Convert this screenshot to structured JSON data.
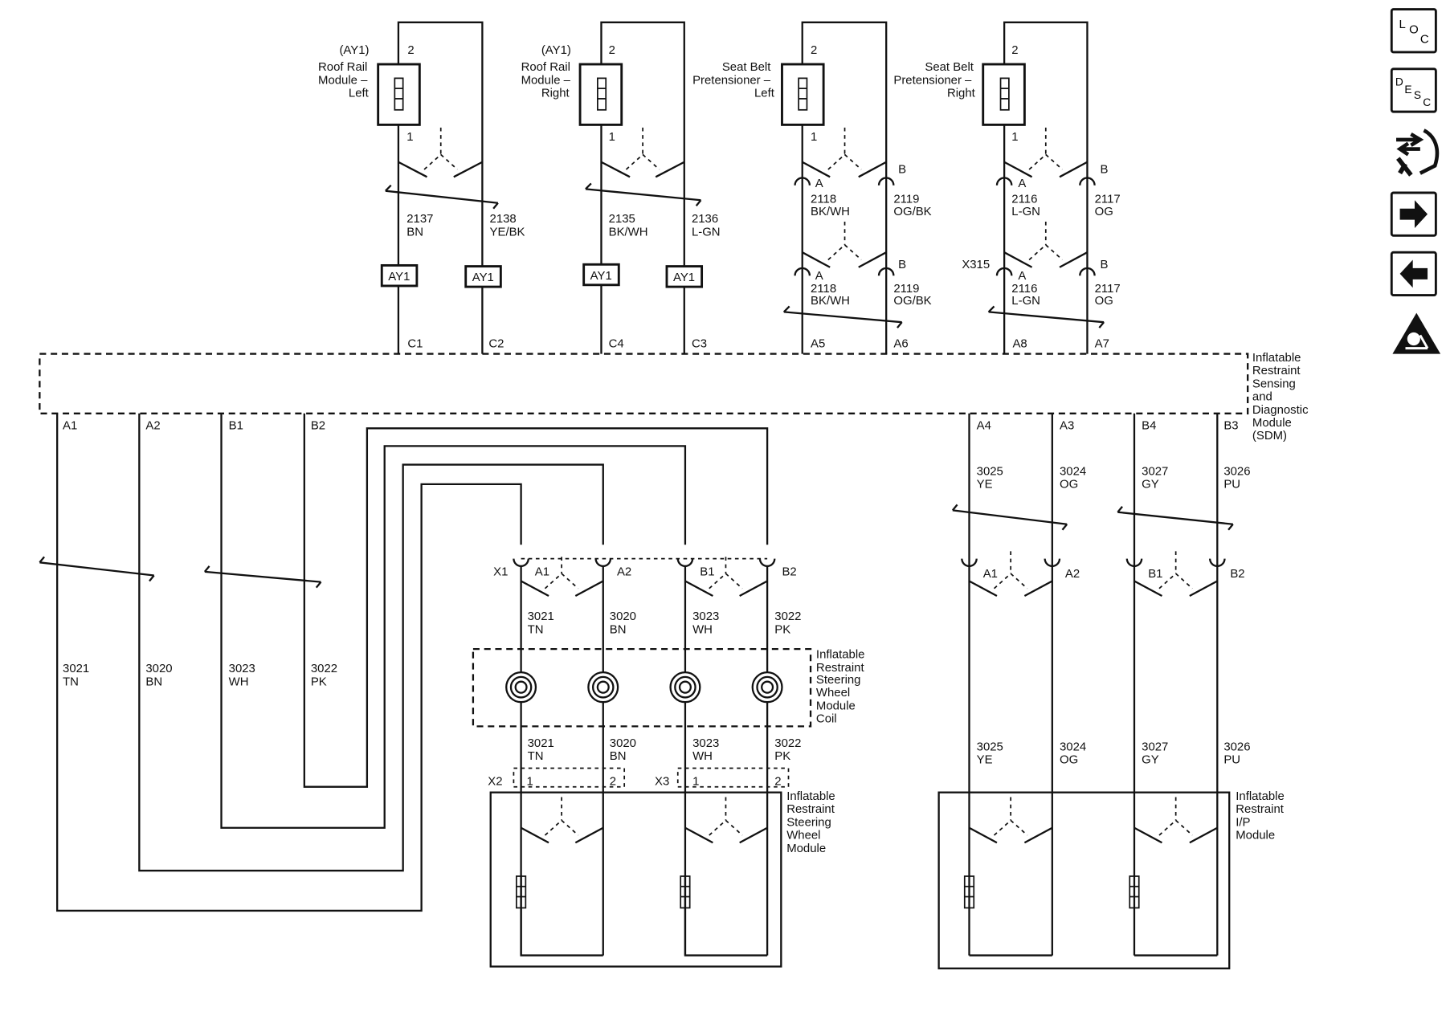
{
  "connectors": {
    "ay1": "(AY1)",
    "ay1_short": "AY1",
    "x1": "X1",
    "x2": "X2",
    "x3": "X3",
    "x315": "X315",
    "pin_1": "1",
    "pin_2": "2",
    "pin_a": "A",
    "pin_b": "B",
    "pin_a1": "A1",
    "pin_a2": "A2",
    "pin_b1": "B1",
    "pin_b2": "B2",
    "sdm_top_pins": [
      "C1",
      "C2",
      "C4",
      "C3",
      "A5",
      "A6",
      "A8",
      "A7"
    ],
    "sdm_bottom_pins": [
      "A1",
      "A2",
      "B1",
      "B2",
      "A4",
      "A3",
      "B4",
      "B3"
    ]
  },
  "components": {
    "roof_rail_left": [
      "Roof Rail",
      "Module –",
      "Left"
    ],
    "roof_rail_right": [
      "Roof Rail",
      "Module –",
      "Right"
    ],
    "pretensioner_left": [
      "Seat Belt",
      "Pretensioner –",
      "Left"
    ],
    "pretensioner_right": [
      "Seat Belt",
      "Pretensioner –",
      "Right"
    ],
    "sdm": [
      "Inflatable",
      "Restraint",
      "Sensing",
      "and",
      "Diagnostic",
      "Module",
      "(SDM)"
    ],
    "coil": [
      "Inflatable",
      "Restraint",
      "Steering",
      "Wheel",
      "Module",
      "Coil"
    ],
    "steering_module": [
      "Inflatable",
      "Restraint",
      "Steering",
      "Wheel",
      "Module"
    ],
    "ip_module": [
      "Inflatable",
      "Restraint",
      "I/P",
      "Module"
    ]
  },
  "wires": {
    "w2137": [
      "2137",
      "BN"
    ],
    "w2138": [
      "2138",
      "YE/BK"
    ],
    "w2135": [
      "2135",
      "BK/WH"
    ],
    "w2136": [
      "2136",
      "L-GN"
    ],
    "w2118": [
      "2118",
      "BK/WH"
    ],
    "w2119": [
      "2119",
      "OG/BK"
    ],
    "w2116": [
      "2116",
      "L-GN"
    ],
    "w2117": [
      "2117",
      "OG"
    ],
    "w3021": [
      "3021",
      "TN"
    ],
    "w3020": [
      "3020",
      "BN"
    ],
    "w3023": [
      "3023",
      "WH"
    ],
    "w3022": [
      "3022",
      "PK"
    ],
    "w3025": [
      "3025",
      "YE"
    ],
    "w3024": [
      "3024",
      "OG"
    ],
    "w3027": [
      "3027",
      "GY"
    ],
    "w3026": [
      "3026",
      "PU"
    ]
  },
  "nav": {
    "loc": [
      "L",
      "O",
      "C"
    ],
    "desc": [
      "D",
      "E",
      "S",
      "C"
    ],
    "connector_icon": "connector-end-view-icon",
    "next_icon": "arrow-right-icon",
    "prev_icon": "arrow-left-icon",
    "warning_icon": "airbag-warning-icon"
  }
}
